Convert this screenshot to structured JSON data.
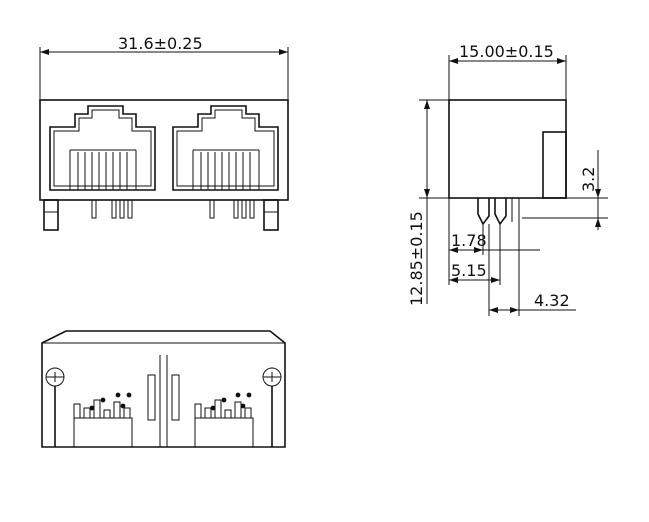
{
  "drawing": {
    "dimensions": {
      "front_width": "31.6±0.25",
      "side_depth": "15.00±0.15",
      "side_height": "12.85±0.15",
      "tab_height": "3.2",
      "pin_offset_a": "1.78",
      "pin_offset_b": "5.15",
      "pin_spacing": "4.32"
    }
  }
}
